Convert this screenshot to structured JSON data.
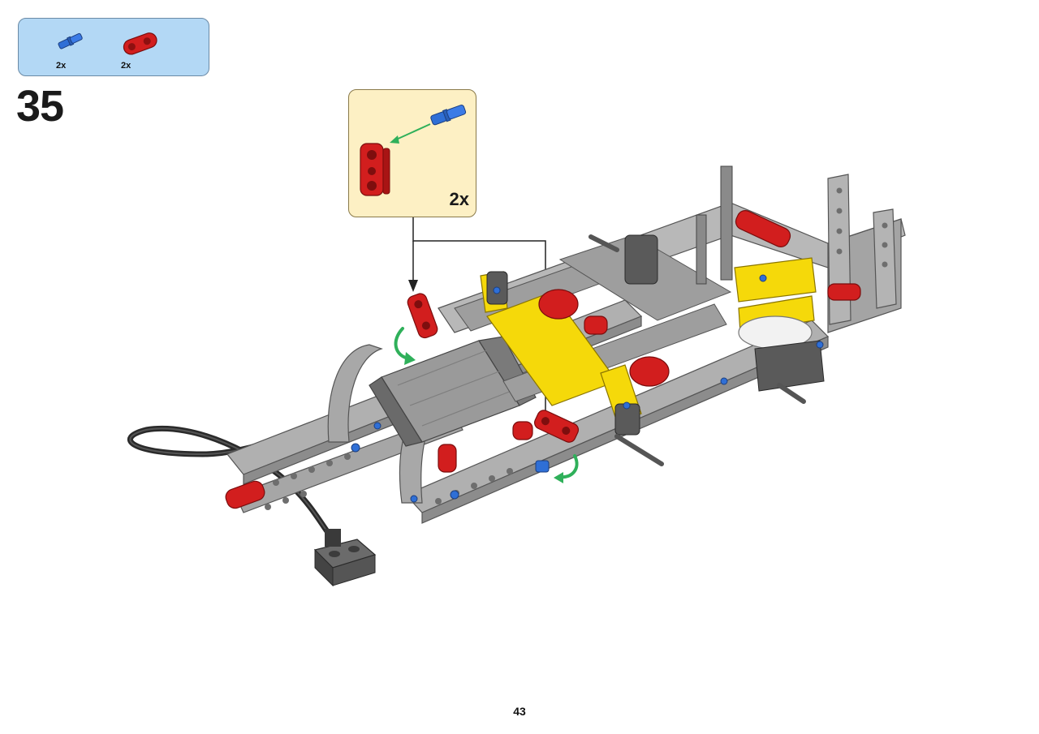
{
  "parts_list": {
    "items": [
      {
        "name": "blue-axle-pin",
        "qty": "2x",
        "color": "#2f6fd6"
      },
      {
        "name": "red-axle-pin-connector",
        "qty": "2x",
        "color": "#d21e1e"
      }
    ]
  },
  "step": {
    "number": "35"
  },
  "callout": {
    "qty": "2x"
  },
  "page": {
    "number": "43"
  },
  "colors": {
    "part_box_bg": "#b3d8f5",
    "callout_bg": "#fdf0c4",
    "beam_gray": "#a9a9a9",
    "dark_gray": "#5a5a5a",
    "lego_red": "#d21e1e",
    "lego_yellow": "#f5d90a",
    "lego_blue": "#2f6fd6",
    "arrow_green": "#2fb05a"
  }
}
